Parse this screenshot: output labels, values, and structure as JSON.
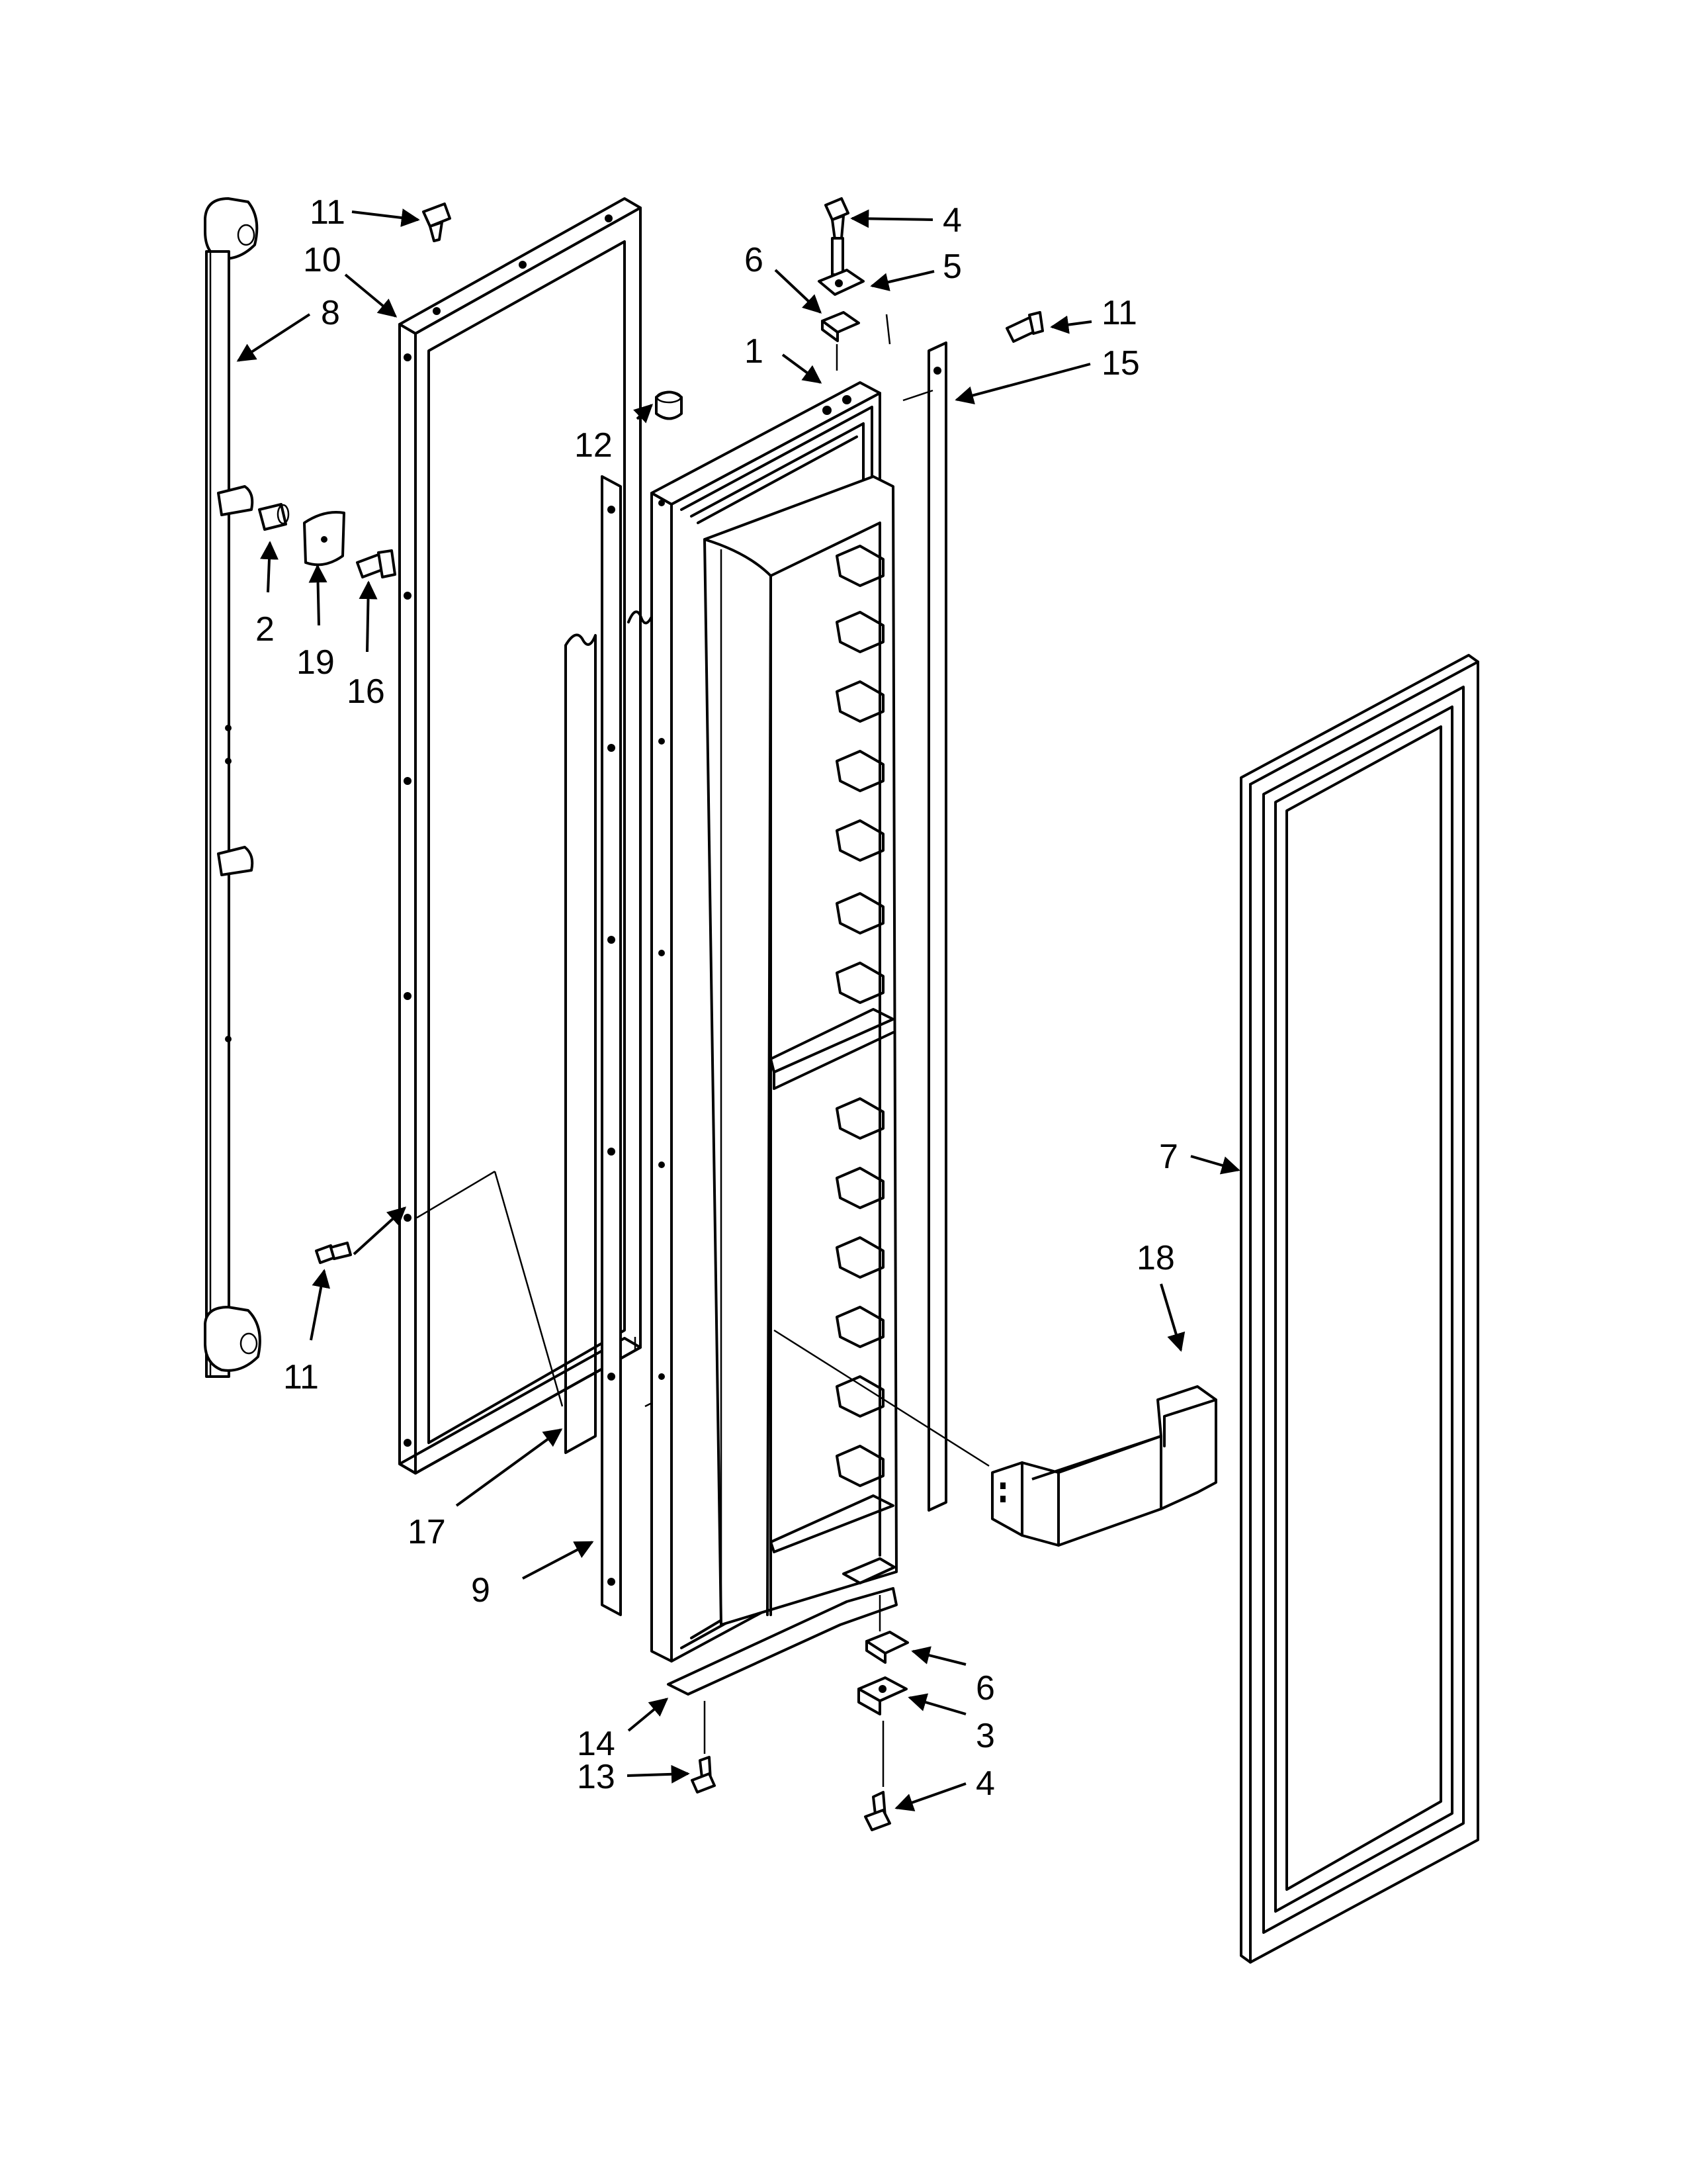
{
  "callouts": [
    {
      "key": "c11a",
      "text": "11"
    },
    {
      "key": "c10",
      "text": "10"
    },
    {
      "key": "c8",
      "text": "8"
    },
    {
      "key": "c2",
      "text": "2"
    },
    {
      "key": "c19",
      "text": "19"
    },
    {
      "key": "c16",
      "text": "16"
    },
    {
      "key": "c11b",
      "text": "11"
    },
    {
      "key": "c17",
      "text": "17"
    },
    {
      "key": "c9",
      "text": "9"
    },
    {
      "key": "c12",
      "text": "12"
    },
    {
      "key": "c6a",
      "text": "6"
    },
    {
      "key": "c1",
      "text": "1"
    },
    {
      "key": "c4a",
      "text": "4"
    },
    {
      "key": "c5",
      "text": "5"
    },
    {
      "key": "c11c",
      "text": "11"
    },
    {
      "key": "c15",
      "text": "15"
    },
    {
      "key": "c7",
      "text": "7"
    },
    {
      "key": "c18",
      "text": "18"
    },
    {
      "key": "c6b",
      "text": "6"
    },
    {
      "key": "c3",
      "text": "3"
    },
    {
      "key": "c4b",
      "text": "4"
    },
    {
      "key": "c14",
      "text": "14"
    },
    {
      "key": "c13",
      "text": "13"
    }
  ]
}
